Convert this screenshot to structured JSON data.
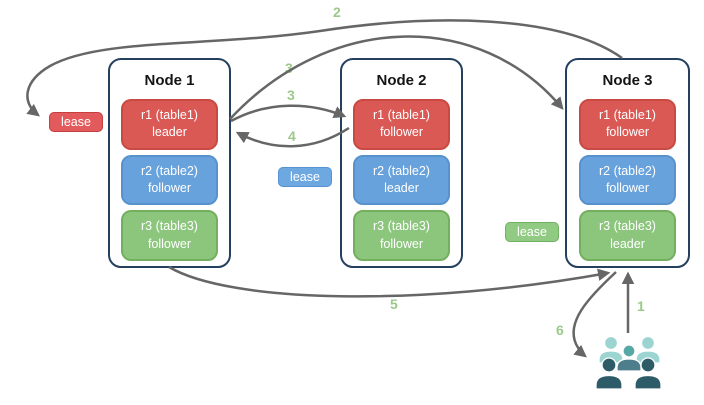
{
  "diagram": {
    "nodes": [
      {
        "title": "Node 1",
        "replicas": [
          {
            "name": "r1 (table1)",
            "role": "leader"
          },
          {
            "name": "r2 (table2)",
            "role": "follower"
          },
          {
            "name": "r3 (table3)",
            "role": "follower"
          }
        ]
      },
      {
        "title": "Node 2",
        "replicas": [
          {
            "name": "r1 (table1)",
            "role": "follower"
          },
          {
            "name": "r2 (table2)",
            "role": "leader"
          },
          {
            "name": "r3 (table3)",
            "role": "follower"
          }
        ]
      },
      {
        "title": "Node 3",
        "replicas": [
          {
            "name": "r1 (table1)",
            "role": "follower"
          },
          {
            "name": "r2 (table2)",
            "role": "follower"
          },
          {
            "name": "r3 (table3)",
            "role": "leader"
          }
        ]
      }
    ],
    "leases": [
      {
        "label": "lease",
        "color": "#e25a5c"
      },
      {
        "label": "lease",
        "color": "#6ea8e0"
      },
      {
        "label": "lease",
        "color": "#90ca83"
      }
    ],
    "step_labels": [
      {
        "text": "1"
      },
      {
        "text": "2"
      },
      {
        "text": "3"
      },
      {
        "text": "3"
      },
      {
        "text": "4"
      },
      {
        "text": "5"
      },
      {
        "text": "6"
      }
    ],
    "icons": {
      "users": "users-icon"
    },
    "colors": {
      "replica_red": "#db5955",
      "replica_blue": "#68a2dc",
      "replica_green": "#8cc67d",
      "node_border": "#25405e",
      "arrow": "#666666",
      "step_label_green": "#9cc98b",
      "users_light_teal": "#9cd4d1",
      "users_mid_teal": "#57a8a4",
      "users_body_slate": "#4e7e8b",
      "users_dark_teal": "#2e5b68"
    }
  }
}
